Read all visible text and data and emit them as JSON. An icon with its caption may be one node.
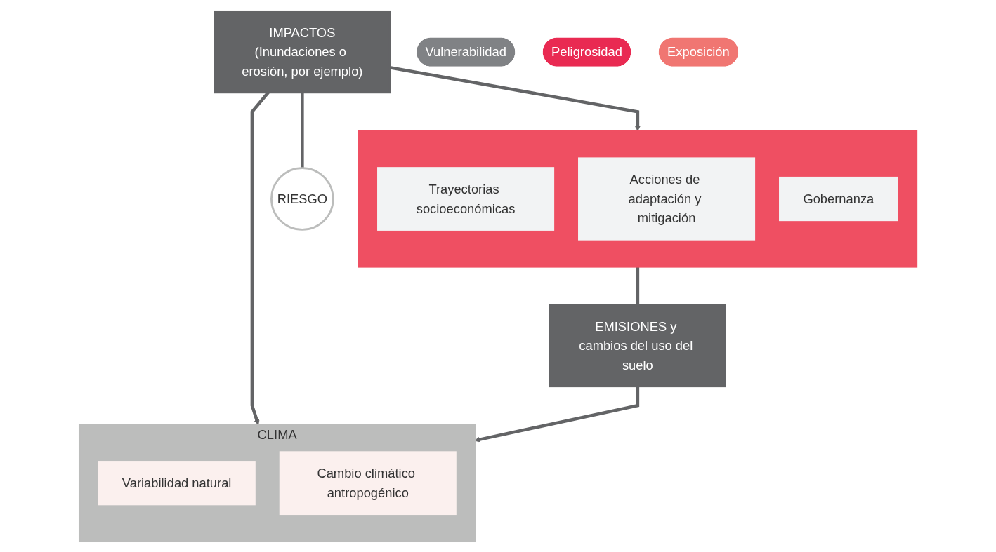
{
  "diagram": {
    "nodes": [
      {
        "text": [
          "IMPACTOS",
          "(Inundaciones o erosión, por ejemplo)"
        ]
      },
      {
        "text": [
          "CLIMA"
        ]
      },
      {
        "text": [
          "Variabilidad natural"
        ],
        "in": 1
      },
      {
        "text": [
          "Cambio climático antropogénico"
        ],
        "in": 1
      },
      {
        "text": [
          "Vulnerabilidad"
        ]
      },
      {
        "text": [
          "Peligrosidad"
        ]
      },
      {
        "text": [
          "RIESGO"
        ]
      },
      {
        "text": [
          "Exposición"
        ]
      },
      {
        "text": [],
        "shape": "box"
      },
      {
        "text": [
          "Trayectorias socioeconómicas"
        ],
        "in": 8
      },
      {
        "text": [
          "Acciones de adaptación y mitigación"
        ],
        "in": 8
      },
      {
        "text": [
          "Gobernanza"
        ],
        "in": 8
      },
      {
        "text": [
          "EMISIONES y cambios del uso del suelo"
        ]
      }
    ],
    "edges": [
      {
        "from": 0,
        "to": 1,
        "arrow": "to"
      },
      {
        "from": 0,
        "to": 8,
        "arrow": "to"
      },
      {
        "from": 0,
        "to": 6,
        "arrow": "none"
      },
      {
        "from": 8,
        "to": 12,
        "arrow": "none"
      },
      {
        "from": 12,
        "to": 1,
        "arrow": "to"
      }
    ]
  }
}
